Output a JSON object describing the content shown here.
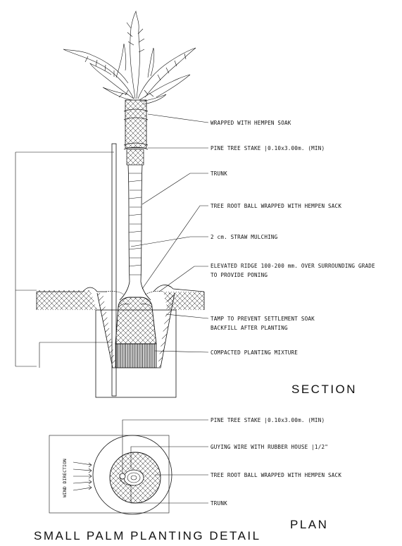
{
  "section": {
    "title": "SECTION",
    "labels": [
      "WRAPPED WITH HEMPEN SOAK",
      "PINE TREE STAKE |0.10x3.00m. (MIN)",
      "TRUNK",
      "TREE ROOT BALL WRAPPED WITH HEMPEN SACK",
      "2 cm. STRAW MULCHING",
      "ELEVATED RIDGE 100-200 mm. OVER SURROUNDING GRADE",
      "TO PROVIDE PONING",
      "TAMP TO PREVENT SETTLEMENT SOAK",
      "BACKFILL AFTER PLANTING",
      "COMPACTED PLANTING MIXTURE"
    ]
  },
  "plan": {
    "title": "PLAN",
    "wind_direction": "WIND DIRECTION",
    "labels": [
      "PINE TREE STAKE |0.10x3.00m. (MIN)",
      "GUYING WIRE WITH RUBBER HOUSE |1/2\"",
      "TREE ROOT BALL WRAPPED WITH HEMPEN SACK",
      "TRUNK"
    ]
  },
  "drawing_title": "SMALL PALM PLANTING DETAIL"
}
